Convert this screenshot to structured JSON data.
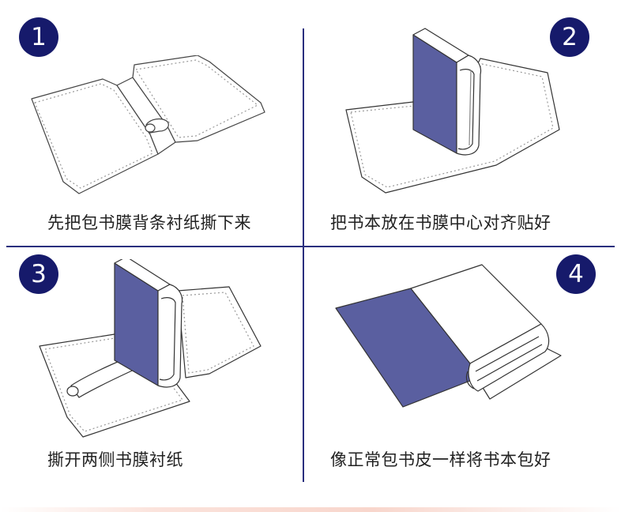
{
  "steps": [
    {
      "number": "1",
      "caption": "先把包书膜背条衬纸撕下来"
    },
    {
      "number": "2",
      "caption": "把书本放在书膜中心对齐贴好"
    },
    {
      "number": "3",
      "caption": "撕开两侧书膜衬纸"
    },
    {
      "number": "4",
      "caption": "像正常包书皮一样将书本包好"
    }
  ],
  "colors": {
    "badge": "#161a6b",
    "cover": "#5a5fa0",
    "line": "#2a2f7e"
  }
}
